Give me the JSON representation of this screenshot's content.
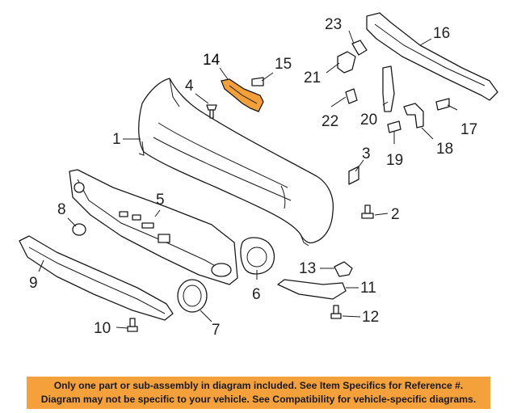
{
  "diagram": {
    "highlight_color": "#f4a03a",
    "callouts": [
      {
        "id": "1",
        "label": "1"
      },
      {
        "id": "2",
        "label": "2"
      },
      {
        "id": "3",
        "label": "3"
      },
      {
        "id": "4",
        "label": "4"
      },
      {
        "id": "5",
        "label": "5"
      },
      {
        "id": "6",
        "label": "6"
      },
      {
        "id": "7",
        "label": "7"
      },
      {
        "id": "8",
        "label": "8"
      },
      {
        "id": "9",
        "label": "9"
      },
      {
        "id": "10",
        "label": "10"
      },
      {
        "id": "11",
        "label": "11"
      },
      {
        "id": "12",
        "label": "12"
      },
      {
        "id": "13",
        "label": "13"
      },
      {
        "id": "14",
        "label": "14",
        "highlighted": true
      },
      {
        "id": "15",
        "label": "15"
      },
      {
        "id": "16",
        "label": "16"
      },
      {
        "id": "17",
        "label": "17"
      },
      {
        "id": "18",
        "label": "18"
      },
      {
        "id": "19",
        "label": "19"
      },
      {
        "id": "20",
        "label": "20"
      },
      {
        "id": "21",
        "label": "21"
      },
      {
        "id": "22",
        "label": "22"
      },
      {
        "id": "23",
        "label": "23"
      }
    ]
  },
  "notice": {
    "background": "#f4a13c",
    "line1": "Only one part or sub-assembly in diagram included. See Item Specifics for Reference #.",
    "line2": "Diagram may not be specific to your vehicle. See Compatibility for vehicle-specific diagrams."
  }
}
